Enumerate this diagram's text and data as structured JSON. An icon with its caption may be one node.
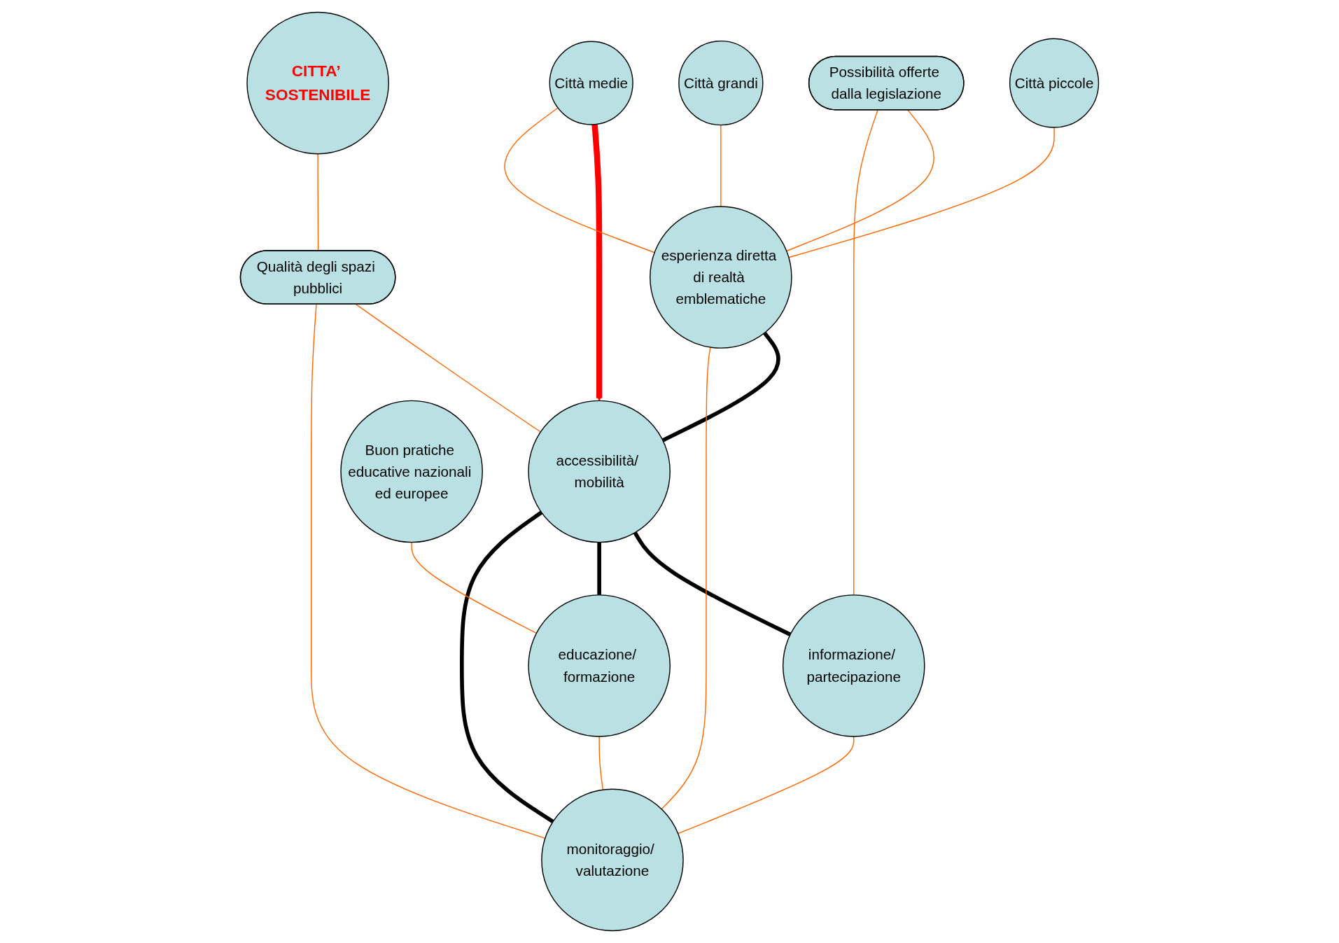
{
  "diagram": {
    "nodes": [
      {
        "text": [
          "Possibilità offerte dalla legislazione"
        ]
      },
      {
        "text": [
          "CITTA’ SOSTENIBILE"
        ]
      },
      {
        "text": [
          "Qualità degli spazi pubblici"
        ]
      },
      {
        "text": [
          "Città piccole"
        ]
      },
      {
        "text": [
          "Città medie"
        ]
      },
      {
        "text": [
          "Città grandi"
        ]
      },
      {
        "text": [
          "esperienza diretta di realtà emblematiche"
        ]
      },
      {
        "text": [
          "informazione/ partecipazione"
        ]
      },
      {
        "text": [
          "accessibilità/ mobilità"
        ]
      },
      {
        "text": [
          "Buon pratiche educative nazionali ed europee"
        ]
      },
      {
        "text": [
          "educazione/ formazione"
        ]
      },
      {
        "text": [
          "monitoraggio/ valutazione"
        ]
      }
    ],
    "edges": [
      {
        "from": 4,
        "to": 8,
        "arrow": "to",
        "style": "thick",
        "color": "#ff0000"
      },
      {
        "from": 6,
        "to": 8,
        "arrow": "none",
        "style": "thick",
        "color": "#000000"
      },
      {
        "from": 8,
        "to": 7,
        "arrow": "none",
        "style": "thick",
        "color": "#000000"
      },
      {
        "from": 8,
        "to": 10,
        "arrow": "none",
        "style": "thick",
        "color": "#000000"
      },
      {
        "from": 8,
        "to": 11,
        "arrow": "none",
        "style": "thick",
        "color": "#000000"
      },
      {
        "from": 1,
        "to": 2,
        "arrow": "none"
      },
      {
        "from": 0,
        "to": 6,
        "arrow": "none"
      },
      {
        "from": 0,
        "to": 7,
        "arrow": "none"
      },
      {
        "from": 3,
        "to": 6,
        "arrow": "none"
      },
      {
        "from": 4,
        "to": 6,
        "arrow": "none"
      },
      {
        "from": 5,
        "to": 6,
        "arrow": "none"
      },
      {
        "from": 2,
        "to": 8,
        "arrow": "none"
      },
      {
        "from": 2,
        "to": 11,
        "arrow": "none"
      },
      {
        "from": 6,
        "to": 11,
        "arrow": "none"
      },
      {
        "from": 7,
        "to": 11,
        "arrow": "none"
      },
      {
        "from": 9,
        "to": 10,
        "arrow": "none"
      },
      {
        "from": 10,
        "to": 11,
        "arrow": "none"
      }
    ]
  }
}
